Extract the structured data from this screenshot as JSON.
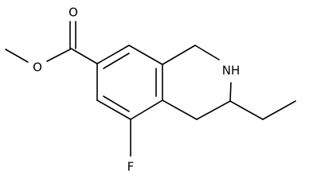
{
  "molecule": {
    "atom_labels": {
      "carbonyl_oxygen": "O",
      "ester_oxygen": "O",
      "ring_nitrogen": "NH",
      "fluorine": "F"
    },
    "line_color": "#000000",
    "background": "#ffffff"
  }
}
